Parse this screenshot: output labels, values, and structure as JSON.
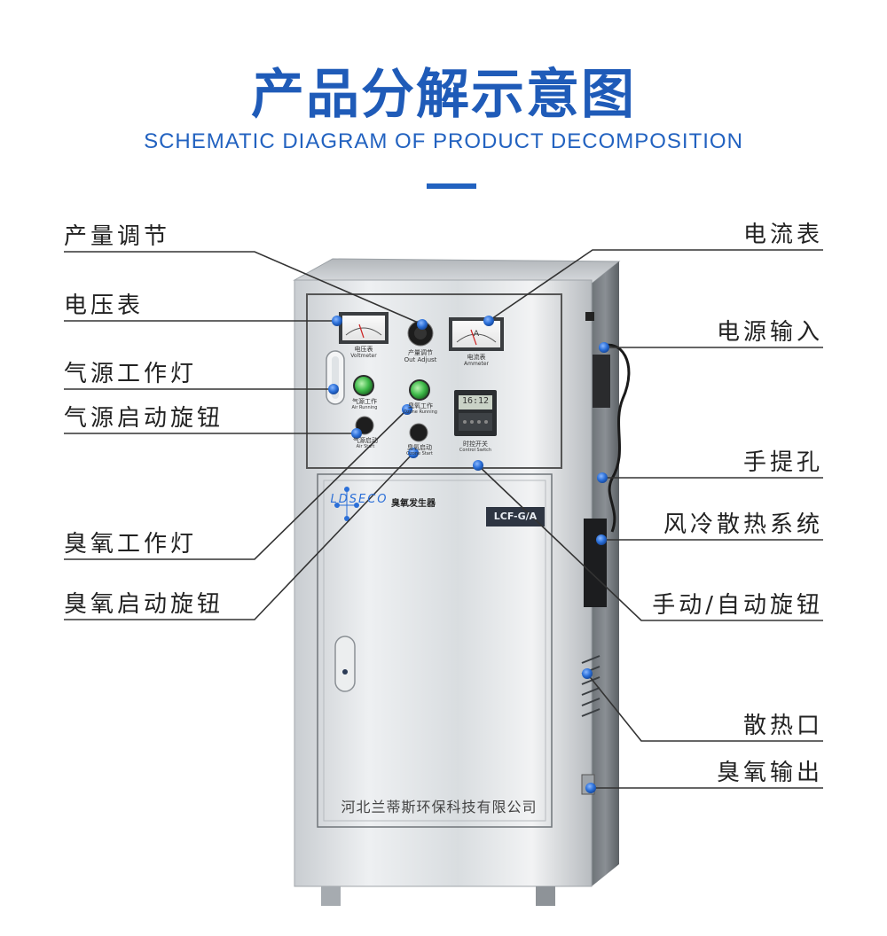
{
  "header": {
    "title": "产品分解示意图",
    "subtitle": "SCHEMATIC DIAGRAM OF PRODUCT DECOMPOSITION",
    "accent_color": "#1f5bb8"
  },
  "callouts_left": [
    {
      "id": "output-adjust",
      "label": "产量调节"
    },
    {
      "id": "voltmeter",
      "label": "电压表"
    },
    {
      "id": "air-source-light",
      "label": "气源工作灯"
    },
    {
      "id": "air-source-knob",
      "label": "气源启动旋钮"
    },
    {
      "id": "ozone-light",
      "label": "臭氧工作灯"
    },
    {
      "id": "ozone-knob",
      "label": "臭氧启动旋钮"
    }
  ],
  "callouts_right": [
    {
      "id": "ammeter",
      "label": "电流表"
    },
    {
      "id": "power-input",
      "label": "电源输入"
    },
    {
      "id": "handle-hole",
      "label": "手提孔"
    },
    {
      "id": "fan-cooling",
      "label": "风冷散热系统"
    },
    {
      "id": "manual-auto-knob",
      "label": "手动/自动旋钮"
    },
    {
      "id": "heat-vent",
      "label": "散热口"
    },
    {
      "id": "ozone-output",
      "label": "臭氧输出"
    }
  ],
  "machine": {
    "brand": "LDSECO",
    "product_name": "臭氧发生器",
    "model": "LCF-G/A",
    "company": "河北兰蒂斯环保科技有限公司",
    "panel": {
      "voltmeter_cn": "电压表",
      "voltmeter_en": "Voltmeter",
      "adjust_cn": "产量调节",
      "adjust_en": "Out Adjust",
      "ammeter_cn": "电流表",
      "ammeter_en": "Ammeter",
      "ammeter_unit": "A",
      "air_running_cn": "气源工作",
      "air_running_en": "Air Running",
      "ozone_running_cn": "臭氧工作",
      "ozone_running_en": "Ozone Running",
      "air_start_cn": "气源启动",
      "air_start_en": "Air Start",
      "ozone_start_cn": "臭氧启动",
      "ozone_start_en": "Ozone Start",
      "timer_cn": "时控开关",
      "timer_en": "Control Switch",
      "timer_display": "16:12"
    }
  },
  "colors": {
    "marker": "#2b6fd8",
    "leader_line": "#333333",
    "steel_light": "#e6e8ea",
    "steel_dark": "#8c9196"
  }
}
